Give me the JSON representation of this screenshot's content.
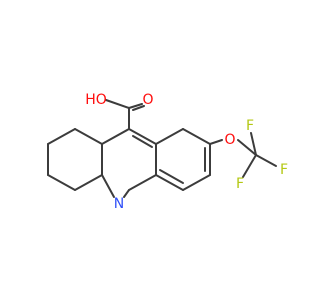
{
  "molecule": {
    "atoms": {
      "carboxyl_oh": {
        "label": "HO",
        "color": "#ff0d0d"
      },
      "carbonyl_o": {
        "label": "O",
        "color": "#ff0d0d"
      },
      "ring_n": {
        "label": "N",
        "color": "#3050f8"
      },
      "ether_o": {
        "label": "O",
        "color": "#ff0d0d"
      },
      "f_top": {
        "label": "F",
        "color": "#b4c814"
      },
      "f_right": {
        "label": "F",
        "color": "#b4c814"
      },
      "f_bottom": {
        "label": "F",
        "color": "#b4c814"
      }
    },
    "bond_color": "#3c3c3c"
  }
}
